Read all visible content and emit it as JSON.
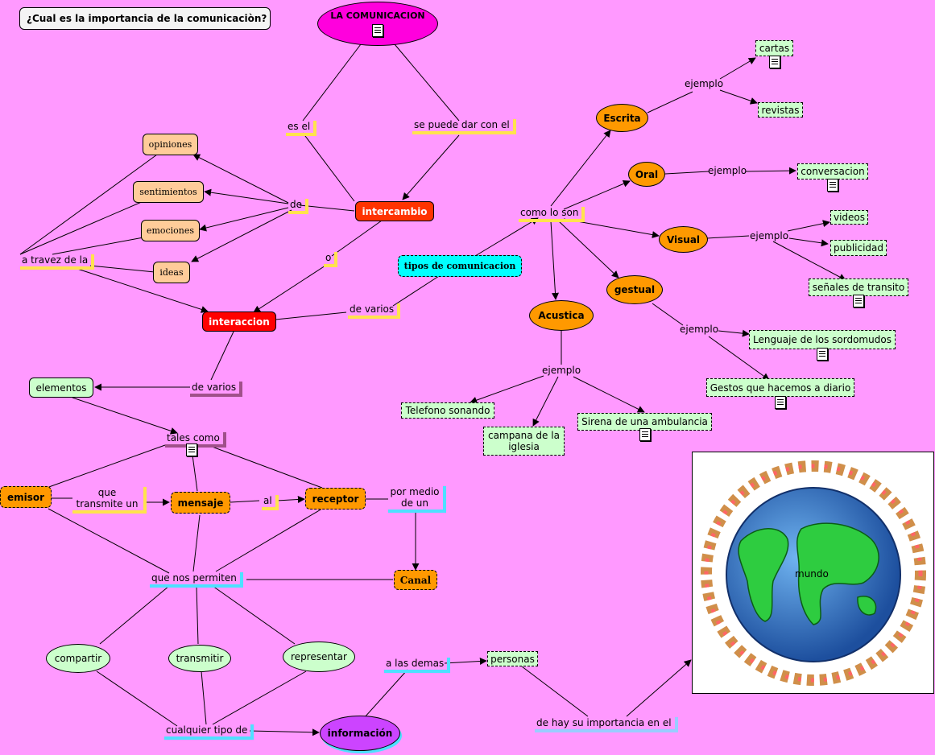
{
  "title": "¿Cual es la importancia de la comunicaciòn?",
  "nodes": {
    "comunicacion": "LA COMUNICACION",
    "intercambio": "intercambio",
    "interaccion": "interaccion",
    "opiniones": "opiniones",
    "sentimientos": "sentimientos",
    "emociones": "emociones",
    "ideas": "ideas",
    "tipos": "tipos de comunicacion",
    "escrita": "Escrita",
    "oral": "Oral",
    "visual": "Visual",
    "gestual": "gestual",
    "acustica": "Acustica",
    "cartas": "cartas",
    "revistas": "revistas",
    "conversacion": "conversacion",
    "videos": "videos",
    "publicidad": "publicidad",
    "senales": "señales de transito",
    "lenguaje": "Lenguaje de los sordomudos",
    "gestos": "Gestos que hacemos a diario",
    "telefono": "Telefono sonando",
    "campana": "campana de la iglesia",
    "sirena": "Sirena de una ambulancia",
    "elementos": "elementos",
    "emisor": "emisor",
    "mensaje": "mensaje",
    "receptor": "receptor",
    "canal": "Canal",
    "compartir": "compartir",
    "transmitir": "transmitir",
    "representar": "representar",
    "informacion": "información",
    "personas": "personas",
    "mundo": "mundo"
  },
  "links": {
    "es_el": "es el",
    "se_puede": "se puede dar con el",
    "de": "de",
    "o": "o",
    "a_travez": "a travez de la",
    "de_varios_1": "de varios",
    "de_varios_2": "de varios",
    "como_lo_son": "como lo son",
    "ejemplo_escrita": "ejemplo",
    "ejemplo_oral": "ejemplo",
    "ejemplo_visual": "ejemplo",
    "ejemplo_gestual": "ejemplo",
    "ejemplo_acustica": "ejemplo",
    "tales_como": "tales como",
    "que_transmite": "que transmite un",
    "al": "al",
    "por_medio": "por medio de un",
    "que_nos": "que nos permiten",
    "cualquier": "cualquier tipo de",
    "a_las_demas": "a las demas",
    "de_hay": "de hay su importancia en el"
  }
}
